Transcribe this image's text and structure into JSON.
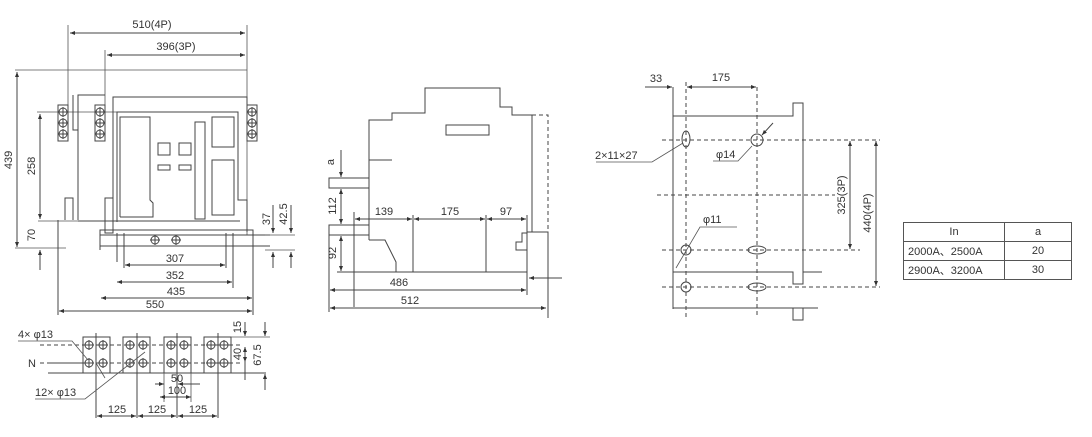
{
  "front_view": {
    "width_4p": "510(4P)",
    "width_3p": "396(3P)",
    "height_total": "439",
    "height_258": "258",
    "height_70": "70",
    "dim_37": "37",
    "dim_42_5": "42.5",
    "dim_307": "307",
    "dim_352": "352",
    "dim_435": "435",
    "dim_550": "550"
  },
  "terminal_view": {
    "holes_4": "4× φ13",
    "holes_12": "12× φ13",
    "neutral": "N",
    "dim_15": "15",
    "dim_40": "40",
    "dim_67_5": "67.5",
    "dim_50": "50",
    "dim_100": "100",
    "pitch": [
      "125",
      "125",
      "125"
    ]
  },
  "side_view": {
    "dim_a": "a",
    "dim_112": "112",
    "dim_92": "92",
    "dim_139": "139",
    "dim_175": "175",
    "dim_97": "97",
    "dim_486": "486",
    "dim_512": "512"
  },
  "mounting_view": {
    "dim_33": "33",
    "dim_175": "175",
    "slot": "2×11×27",
    "hole_14": "φ14",
    "hole_11": "φ11",
    "dim_3p": "325(3P)",
    "dim_4p": "440(4P)"
  },
  "table": {
    "headers": [
      "In",
      "a"
    ],
    "rows": [
      [
        "2000A、2500A",
        "20"
      ],
      [
        "2900A、3200A",
        "30"
      ]
    ]
  }
}
